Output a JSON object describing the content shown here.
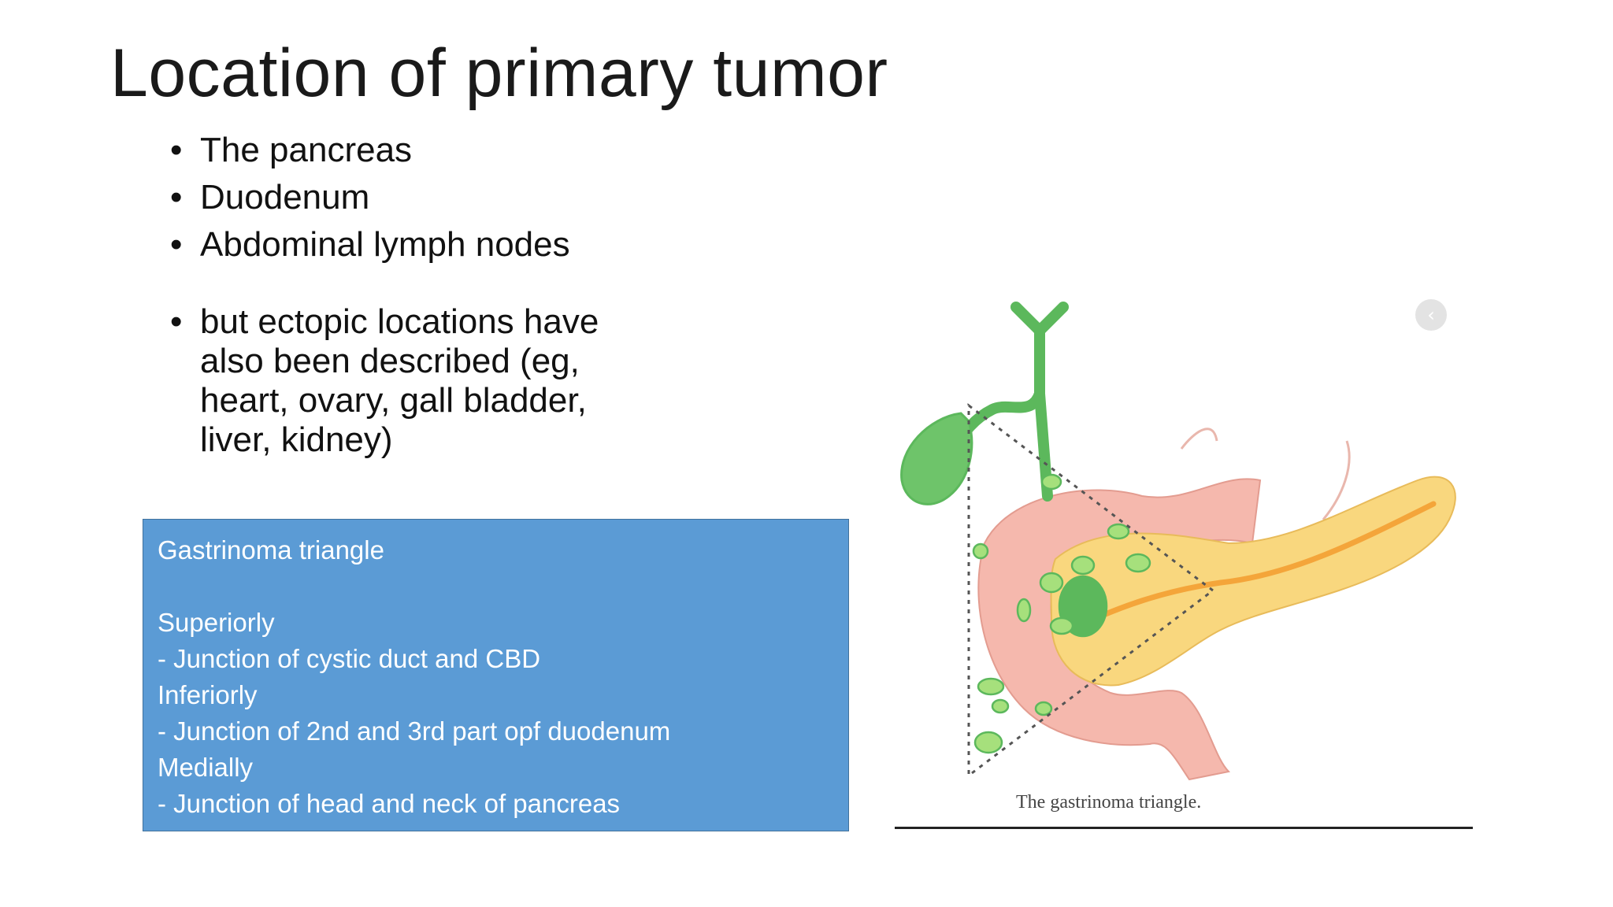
{
  "slide": {
    "title": "Location of primary tumor",
    "bullets": [
      {
        "lines": [
          "The pancreas"
        ]
      },
      {
        "lines": [
          "Duodenum"
        ]
      },
      {
        "lines": [
          "Abdominal lymph nodes"
        ]
      },
      {
        "lines": [
          "but ectopic locations have",
          "also been described (eg,",
          "heart, ovary, gall bladder,",
          "liver, kidney)"
        ]
      }
    ]
  },
  "textbox": {
    "heading": "Gastrinoma triangle",
    "superior_label": "Superiorly",
    "superior_text": "- Junction of cystic duct and CBD",
    "inferior_label": "Inferiorly",
    "inferior_text": "- Junction of 2nd and 3rd part opf duodenum",
    "medial_label": "Medially",
    "medial_text": "- Junction of head and neck of pancreas"
  },
  "figure": {
    "caption": "The gastrinoma triangle.",
    "nav_icon": "chevron-left-icon",
    "nav_glyph": "‹"
  },
  "colors": {
    "textbox_fill": "#5b9bd5",
    "gallbladder": "#6ec46a",
    "duodenum": "#f5b8ad",
    "pancreas": "#f9d77e",
    "duct": "#f4a53a"
  }
}
